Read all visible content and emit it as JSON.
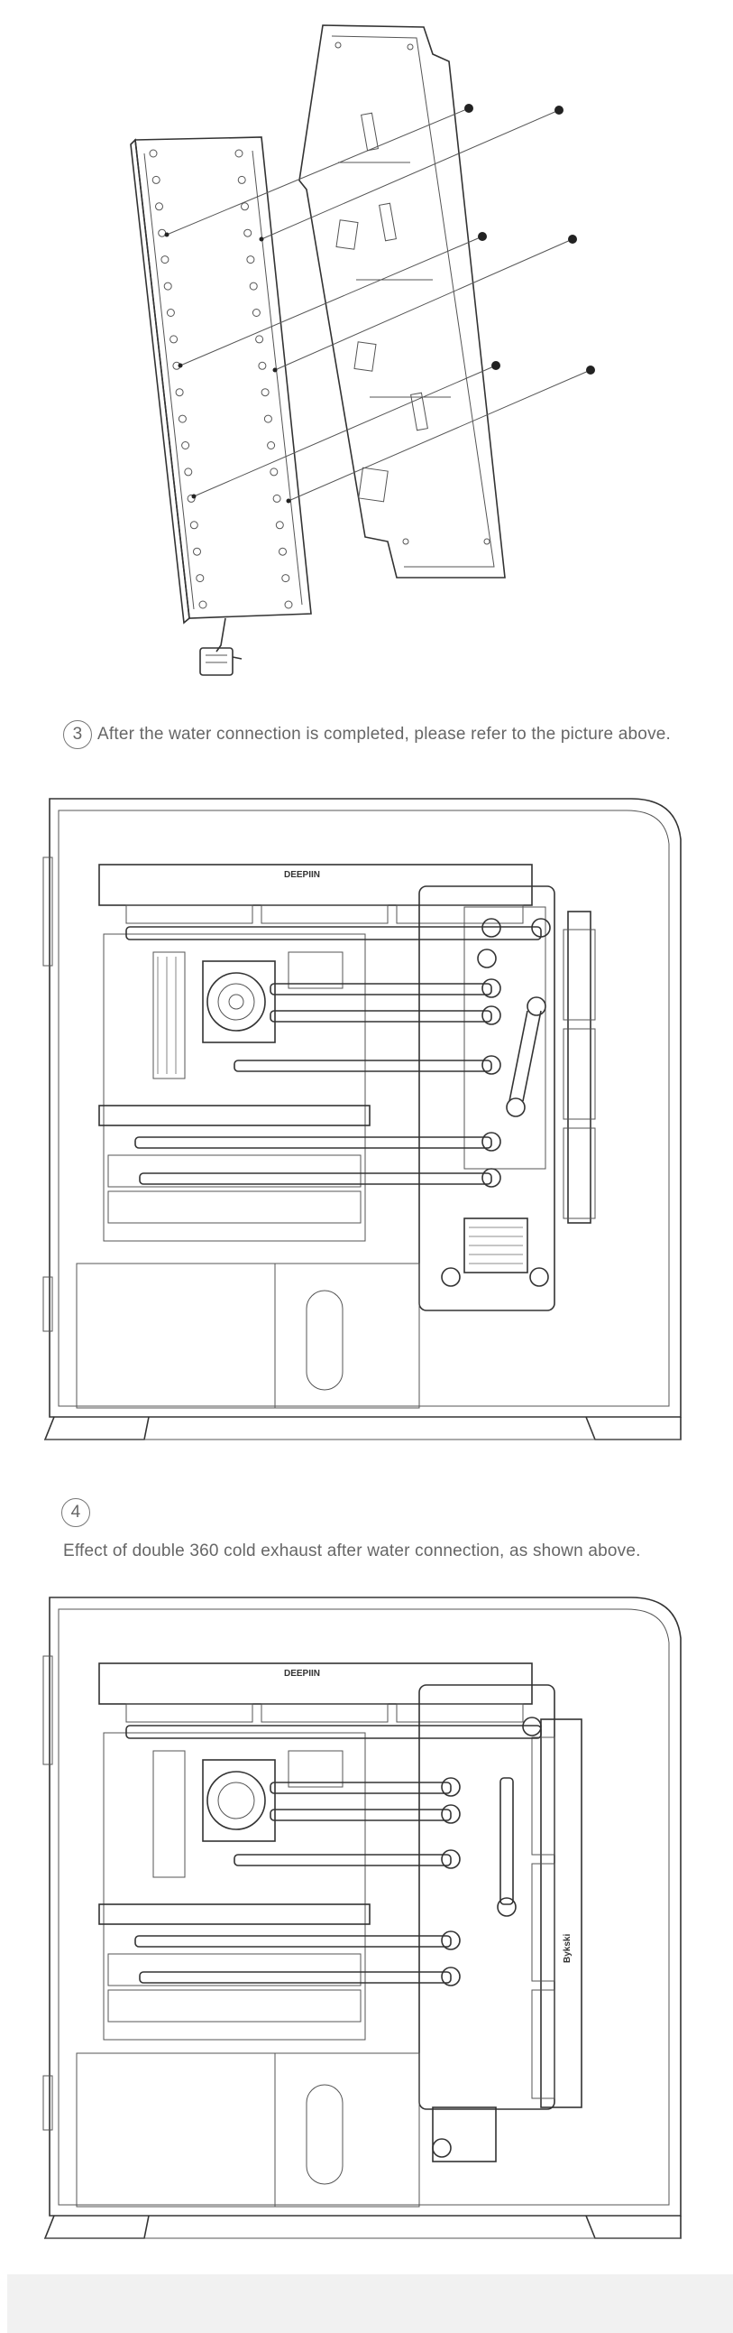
{
  "steps": [
    {
      "number": "3",
      "caption": "After the water connection is completed, please refer to the picture above."
    },
    {
      "number": "4",
      "caption": "Effect of double 360 cold exhaust after water connection, as shown above."
    }
  ],
  "brand_label_top": "DEEPIIN",
  "brand_label_side": "Bykski",
  "colors": {
    "line": "#333333",
    "caption": "#666666",
    "footer": "#f1f1f1"
  }
}
